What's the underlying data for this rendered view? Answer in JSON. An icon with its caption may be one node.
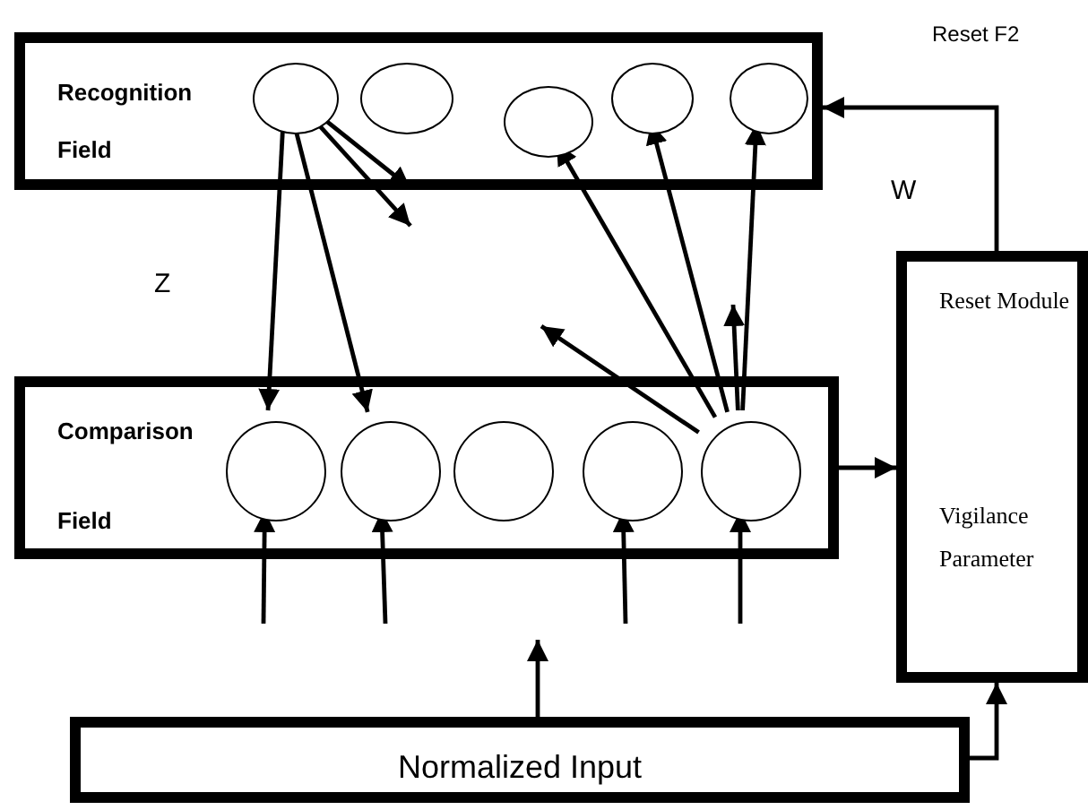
{
  "diagram": {
    "nodes": [
      {
        "text": [
          "Recognition Field"
        ]
      },
      {
        "text": [],
        "shape": "circle",
        "in": 0
      },
      {
        "text": [],
        "shape": "circle",
        "in": 0
      },
      {
        "text": [],
        "shape": "circle",
        "in": 0
      },
      {
        "text": [],
        "shape": "circle",
        "in": 0
      },
      {
        "text": [],
        "shape": "circle",
        "in": 0
      },
      {
        "text": [
          "Comparison Field"
        ]
      },
      {
        "text": [],
        "shape": "circle",
        "in": 6
      },
      {
        "text": [],
        "shape": "circle",
        "in": 6
      },
      {
        "text": [],
        "shape": "circle",
        "in": 6
      },
      {
        "text": [],
        "shape": "circle",
        "in": 6
      },
      {
        "text": [],
        "shape": "circle",
        "in": 6
      },
      {
        "text": [
          "Reset Module",
          "Vigilance Parameter"
        ]
      },
      {
        "text": [
          "Normalized Input"
        ]
      }
    ],
    "edges": [
      {
        "from": 1,
        "to": 7,
        "arrow": "to"
      },
      {
        "from": 1,
        "to": 8,
        "arrow": "to"
      },
      {
        "from": 1,
        "to": null,
        "arrow": "to"
      },
      {
        "from": 1,
        "to": null,
        "arrow": "to"
      },
      {
        "from": 11,
        "to": 3,
        "arrow": "to"
      },
      {
        "from": 11,
        "to": 4,
        "arrow": "to"
      },
      {
        "from": 11,
        "to": 5,
        "arrow": "to"
      },
      {
        "from": 11,
        "to": null,
        "arrow": "to"
      },
      {
        "from": 11,
        "to": null,
        "arrow": "to"
      },
      {
        "from": null,
        "to": 7,
        "arrow": "to"
      },
      {
        "from": null,
        "to": 8,
        "arrow": "to"
      },
      {
        "from": null,
        "to": 10,
        "arrow": "to"
      },
      {
        "from": null,
        "to": 11,
        "arrow": "to"
      },
      {
        "from": 13,
        "to": null,
        "arrow": "to"
      },
      {
        "from": 6,
        "to": 12,
        "arrow": "to"
      },
      {
        "from": 12,
        "to": 0,
        "arrow": "to"
      },
      {
        "from": 13,
        "to": 12,
        "arrow": "to"
      }
    ],
    "labels": [
      "Reset F2",
      "W",
      "Z"
    ]
  }
}
